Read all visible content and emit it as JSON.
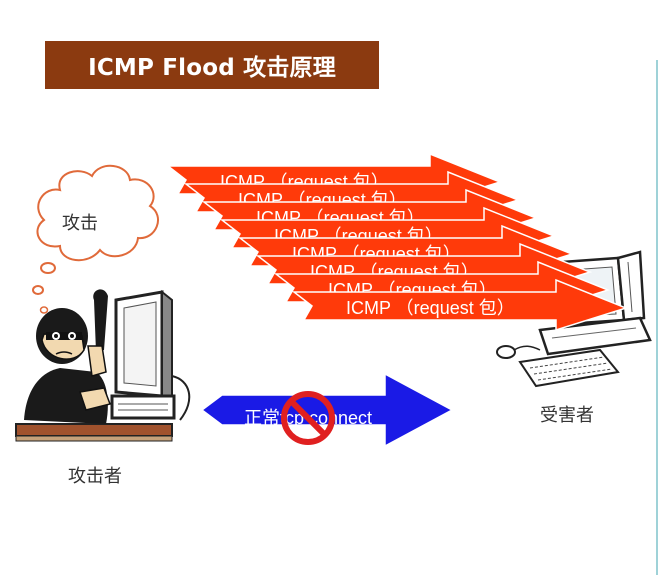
{
  "title": "ICMP Flood 攻击原理",
  "thought": "攻击",
  "attacker_label": "攻击者",
  "victim_label": "受害者",
  "flood_packets": [
    "ICMP （request 包）",
    "ICMP （request 包）",
    "ICMP （request 包）",
    "ICMP （request 包）",
    "ICMP （request 包）",
    "ICMP （request 包）",
    "ICMP （request 包）",
    "ICMP （request 包）"
  ],
  "normal_connection": "正常tcp connect",
  "colors": {
    "title_bg": "#8b3a10",
    "flood_arrow": "#ff3a0a",
    "normal_arrow": "#1a1ae6",
    "prohibit": "#e02020",
    "cloud_stroke": "#e06a3a"
  },
  "icons": [
    "thought-cloud",
    "attacker-figure",
    "attacker-computer",
    "victim-computer",
    "prohibit-sign"
  ]
}
